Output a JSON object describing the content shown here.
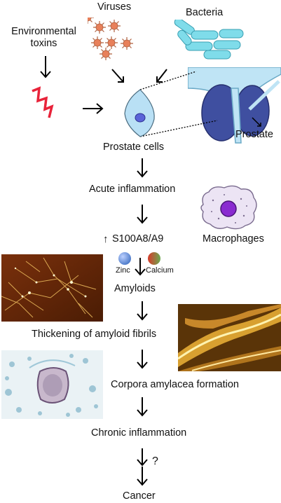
{
  "labels": {
    "viruses": "Viruses",
    "bacteria": "Bacteria",
    "env_toxins_1": "Environmental",
    "env_toxins_2": "toxins",
    "prostate": "Prostate",
    "prostate_cells": "Prostate cells",
    "acute_inflammation": "Acute inflammation",
    "s100": "S100A8/A9",
    "up_arrow": "↑",
    "macrophages": "Macrophages",
    "zinc": "Zinc",
    "calcium": "Calcium",
    "amyloids": "Amyloids",
    "thickening": "Thickening of amyloid fibrils",
    "corpora": "Corpora amylacea formation",
    "chronic": "Chronic inflammation",
    "question": "?",
    "cancer": "Cancer"
  },
  "colors": {
    "virus_orange": "#e8805a",
    "bacteria_cyan": "#7fdcea",
    "bolt_red": "#e8233a",
    "cell_blue": "#b9e0f5",
    "nucleus_blue": "#5a63d8",
    "prostate_dark": "#3f4fa0",
    "macrophage_purple": "#8a2bd0",
    "zinc_blue": "#4a78c8",
    "calcium_red": "#d83a2a",
    "calcium_green": "#6aa84f"
  }
}
